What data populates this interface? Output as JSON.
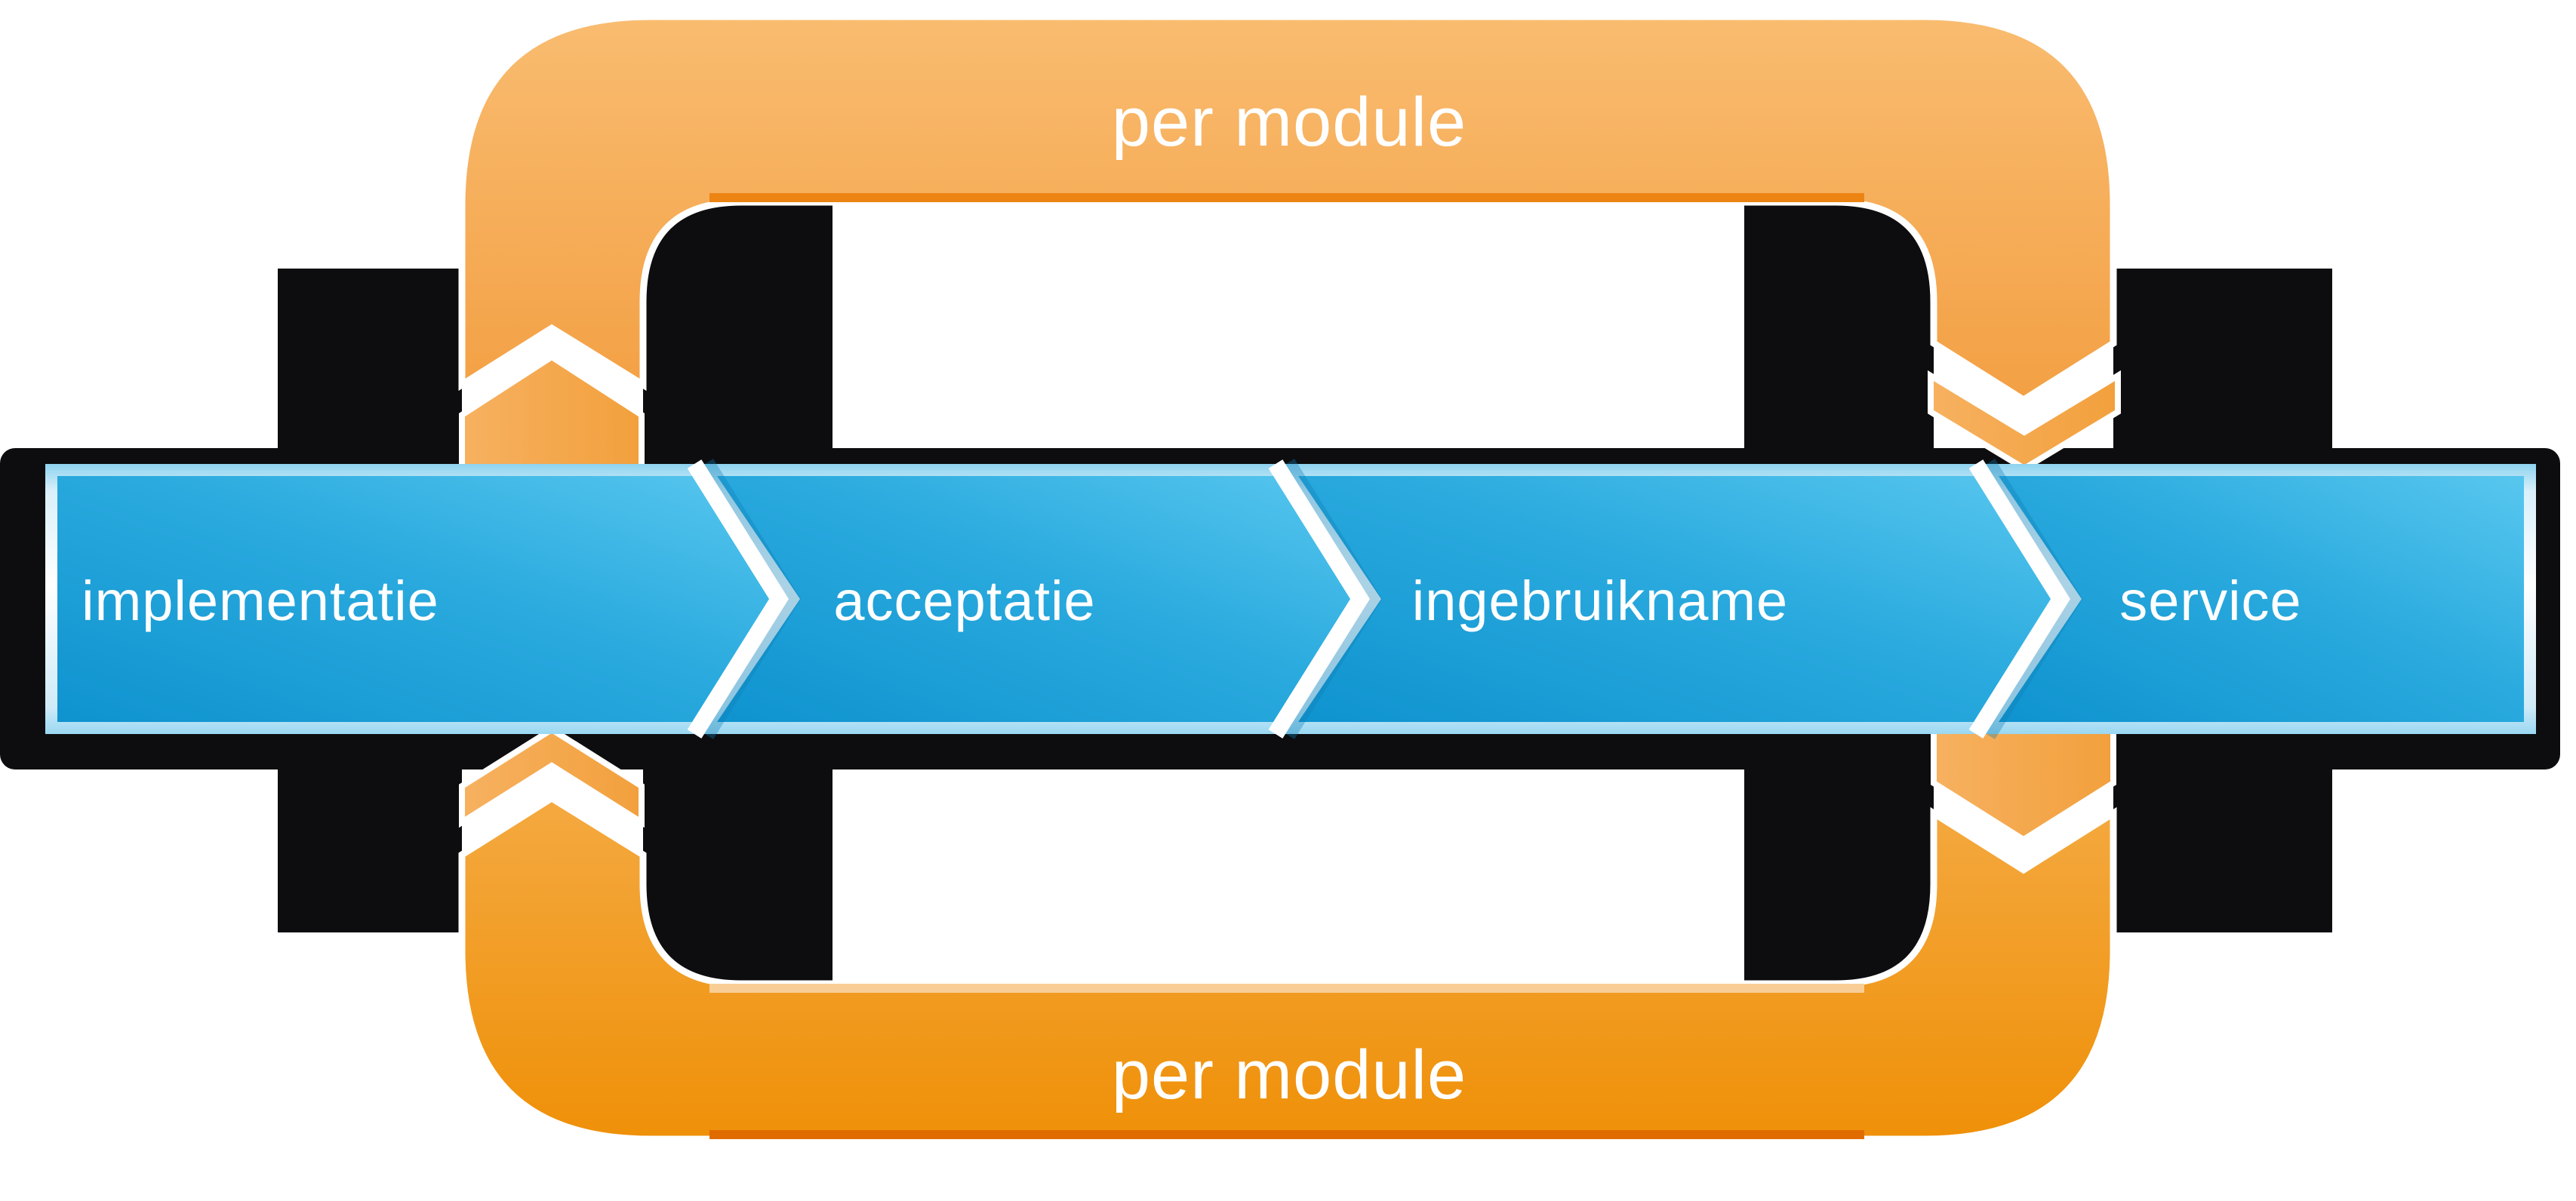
{
  "diagram": {
    "top_loop": {
      "label": "per module"
    },
    "bottom_loop": {
      "label": "per module"
    },
    "bar": {
      "stages": [
        {
          "label": "implementatie"
        },
        {
          "label": "acceptatie"
        },
        {
          "label": "ingebruikname"
        },
        {
          "label": "service"
        }
      ]
    },
    "colors": {
      "orange_light": "#F8B365",
      "orange_mid": "#F3A044",
      "orange_deep": "#EE8E04",
      "orange_edge_dark": "#E06C00",
      "orange_edge_light": "#F8CE96",
      "blue_light": "#58C7EF",
      "blue_mid": "#2AAADE",
      "blue_deep": "#0F93CF",
      "shadow_black": "#0D0D0F",
      "text_color": "#FFFFFF"
    }
  }
}
